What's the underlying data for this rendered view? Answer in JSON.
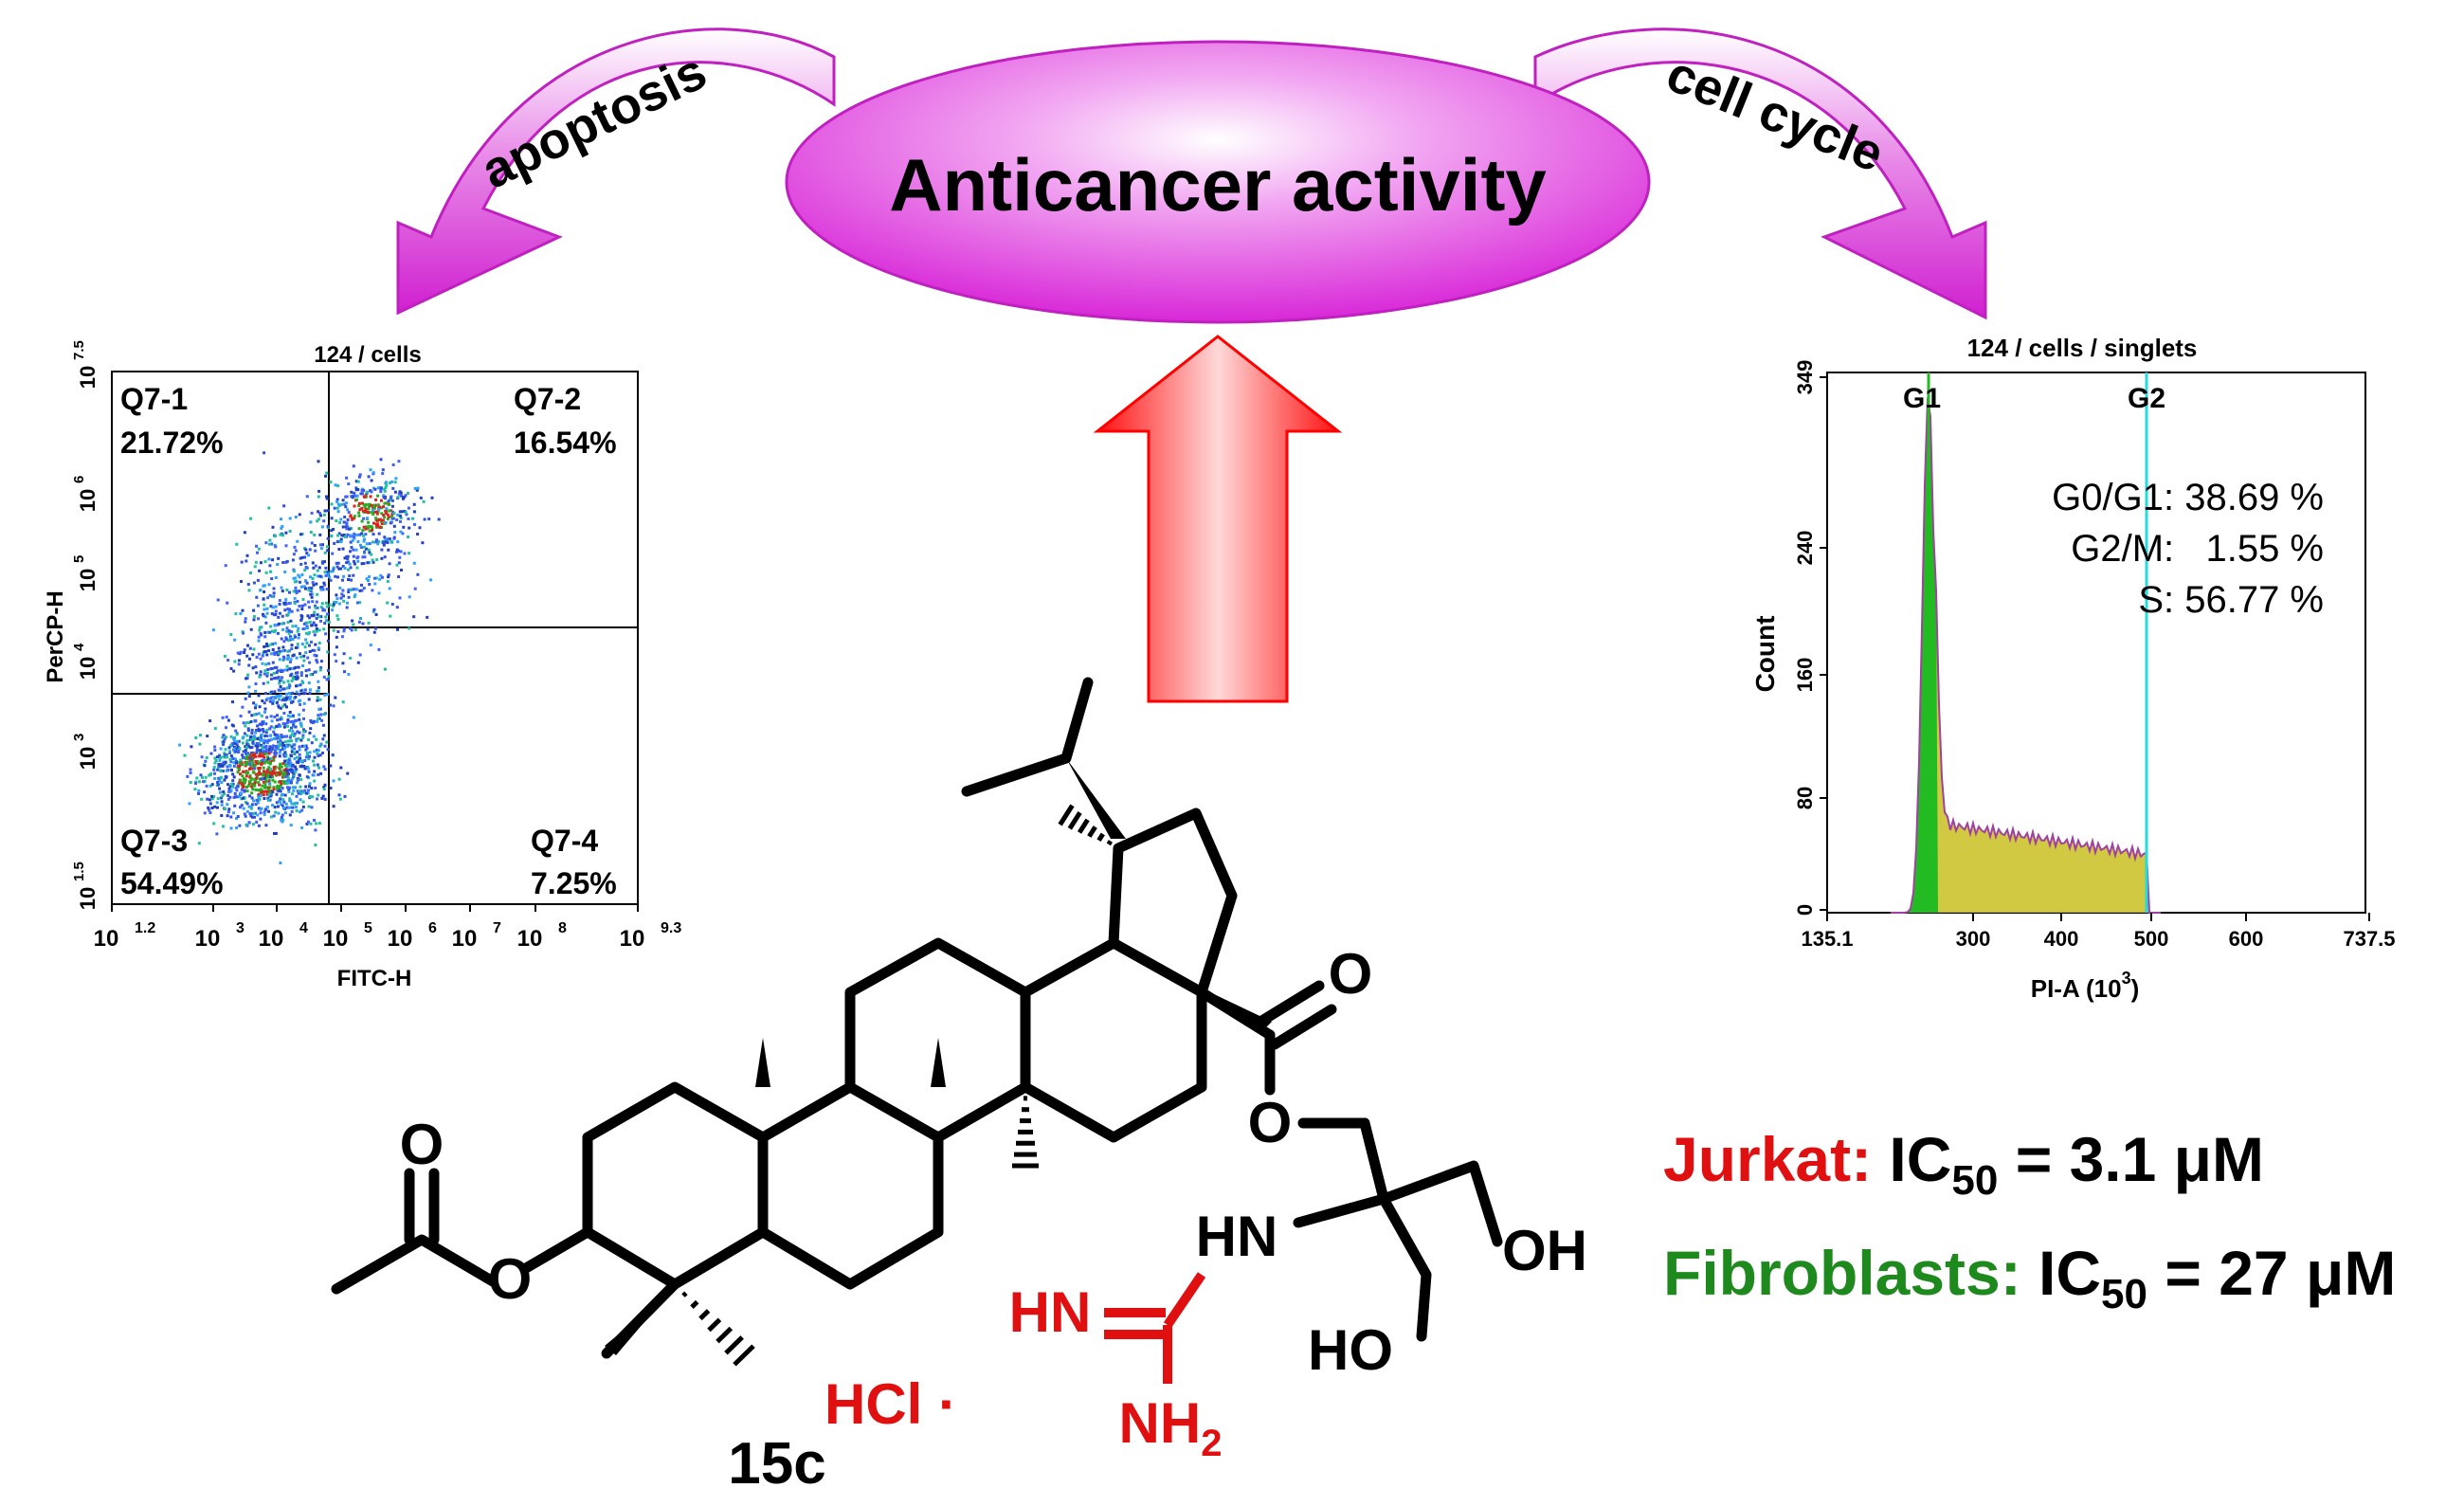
{
  "center": {
    "title": "Anticancer activity"
  },
  "arrows": {
    "left_label": "apoptosis",
    "right_label": "cell cycle"
  },
  "colors": {
    "ellipse": "#e233e2",
    "arrow_red": "#ff0000",
    "jurkat": "#e01010",
    "fibro": "#1e8a1e",
    "g1_line": "#22bb22",
    "g2_line": "#22dddd",
    "s_fill": "#c8c020"
  },
  "flow": {
    "title": "124 / cells",
    "xlabel": "FITC-H",
    "ylabel": "PerCP-H",
    "x_ticks": [
      "10",
      "10",
      "10",
      "10",
      "10",
      "10",
      "10"
    ],
    "x_exp": [
      "1.2",
      "3",
      "4",
      "5",
      "6",
      "7",
      "8",
      "9.3"
    ],
    "y_ticks": [
      "10",
      "10",
      "10",
      "10",
      "10",
      "10"
    ],
    "y_exp": [
      "7.5",
      "6",
      "5",
      "4",
      "3",
      "1.5"
    ],
    "quadrants": [
      {
        "name": "Q7-1",
        "value": "21.72%"
      },
      {
        "name": "Q7-2",
        "value": "16.54%"
      },
      {
        "name": "Q7-3",
        "value": "54.49%"
      },
      {
        "name": "Q7-4",
        "value": "7.25%"
      }
    ]
  },
  "cycle": {
    "title": "124 / cells / singlets",
    "xlabel": "PI-A (10",
    "xlabel_exp": "3",
    "xlabel_end": ")",
    "ylabel": "Count",
    "x_ticks": [
      "135.1",
      "300",
      "400",
      "500",
      "600",
      "737.5"
    ],
    "y_ticks": [
      "349",
      "240",
      "160",
      "80",
      "0"
    ],
    "g1": "G1",
    "g2": "G2",
    "stats": [
      "G0/G1: 38.69 %",
      "G2/M:   1.55 %",
      "S: 56.77 %"
    ]
  },
  "molecule": {
    "name": "15c",
    "atom_O": "O",
    "hn": "HN",
    "oh": "OH",
    "ho": "HO",
    "salt_hn": "HN",
    "salt_nh": "NH",
    "salt_sub": "2",
    "hcl": "HCl ·"
  },
  "ic50": [
    {
      "cell": "Jurkat:",
      "ic": "IC",
      "sub": "50",
      "value": " = 3.1 μM"
    },
    {
      "cell": "Fibroblasts:",
      "ic": "IC",
      "sub": "50",
      "value": " = 27 μM"
    }
  ]
}
